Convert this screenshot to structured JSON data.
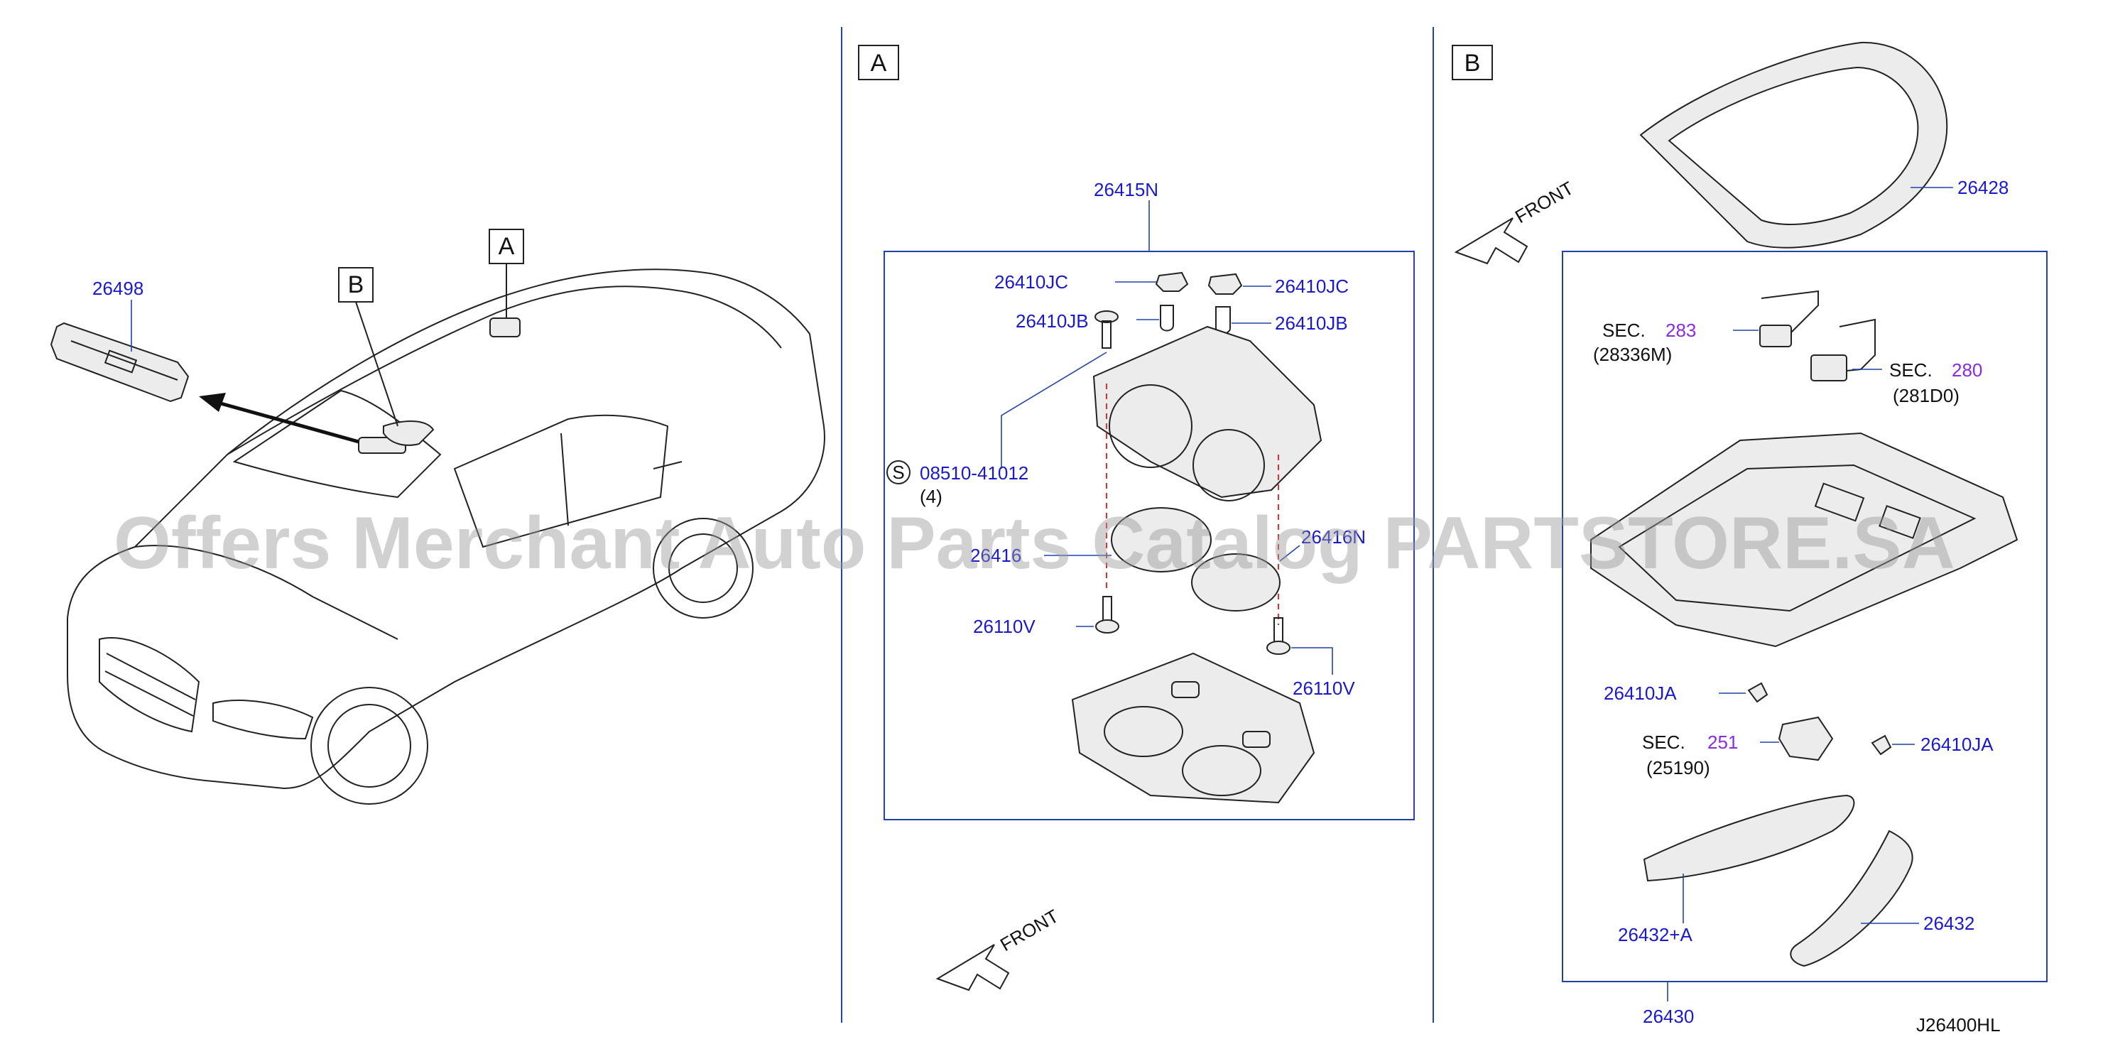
{
  "watermark": "Offers Merchant Auto Parts Catalog PARTSTORE.SA",
  "diagram_code": "J26400HL",
  "callouts": {
    "a": "A",
    "b": "B"
  },
  "front_label": "FRONT",
  "screw_symbol": "S",
  "parts": {
    "p26498": "26498",
    "p26415N": "26415N",
    "p26410JC_l": "26410JC",
    "p26410JC_r": "26410JC",
    "p26410JB_l": "26410JB",
    "p26410JB_r": "26410JB",
    "p08510": "08510-41012",
    "qty4": "(4)",
    "p26416": "26416",
    "p26416N": "26416N",
    "p26110V_l": "26110V",
    "p26110V_r": "26110V",
    "p26428": "26428",
    "p26410JA_l": "26410JA",
    "p26410JA_r": "26410JA",
    "p26432A": "26432+A",
    "p26432": "26432",
    "p26430": "26430"
  },
  "sec_refs": [
    {
      "prefix": "SEC.",
      "num": "283",
      "code": "(28336M)"
    },
    {
      "prefix": "SEC.",
      "num": "280",
      "code": "(281D0)"
    },
    {
      "prefix": "SEC.",
      "num": "251",
      "code": "(25190)"
    }
  ],
  "colors": {
    "label": "#1a1acc",
    "sec_number": "#8a2be2",
    "frame": "#2244aa",
    "alignment_dash": "#e03030"
  }
}
